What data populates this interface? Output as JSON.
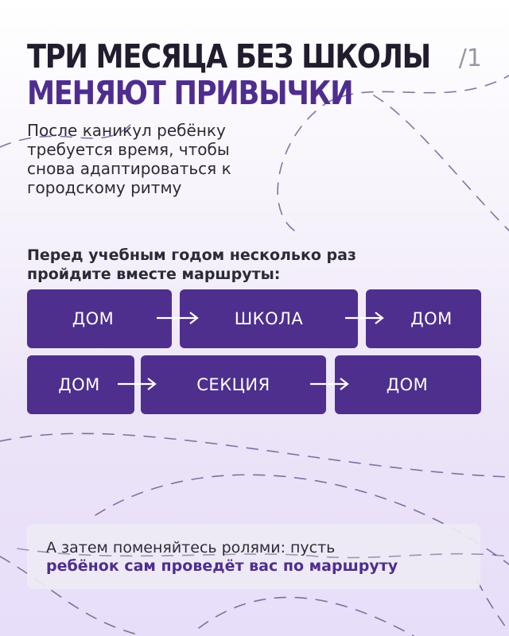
{
  "title": {
    "line1": "ТРИ МЕСЯЦА БЕЗ ШКОЛЫ",
    "line2": "МЕНЯЮТ ПРИВЫЧКИ"
  },
  "page_number": "/1",
  "subtitle": "После каникул ребёнку требуется время, чтобы снова адаптироваться к городскому ритму",
  "routes": {
    "intro": "Перед учебным годом несколько раз пройдите вместе маршруты:",
    "row1": [
      "ДОМ",
      "ШКОЛА",
      "ДОМ"
    ],
    "row2": [
      "ДОМ",
      "СЕКЦИЯ",
      "ДОМ"
    ]
  },
  "footer": {
    "line1": "А затем поменяйтесь ролями: пусть",
    "line2": "ребёнок сам проведёт вас по маршруту"
  },
  "colors": {
    "accent_purple": "#4e2f8e",
    "title_dark": "#221d2e",
    "background_tint": "#ece4f7"
  },
  "icons": [
    "arrow-right-icon"
  ]
}
